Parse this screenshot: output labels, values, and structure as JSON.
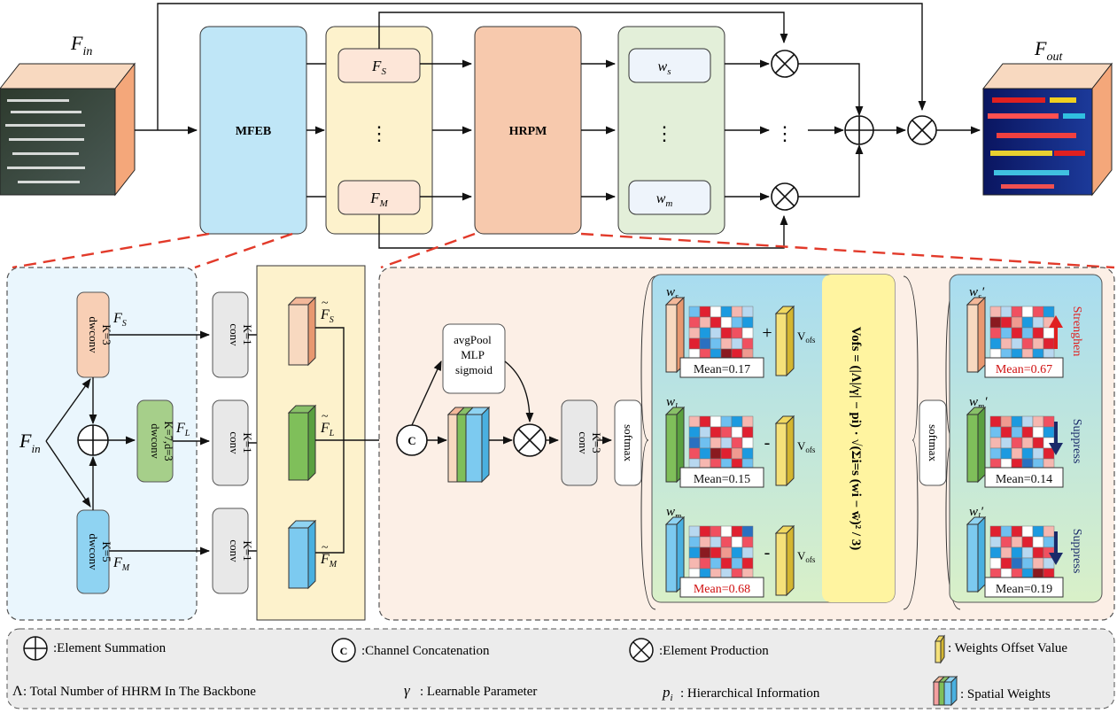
{
  "top": {
    "fin_label": "F",
    "fin_sub": "in",
    "fout_label": "F",
    "fout_sub": "out",
    "mfeb_label": "MFEB",
    "hrpm_label": "HRPM",
    "fs_label": "F",
    "fs_sub": "S",
    "fm_label": "F",
    "fm_sub": "M",
    "ws_label": "w",
    "ws_sub": "s",
    "wm_label": "w",
    "wm_sub": "m",
    "vdots": "⋮",
    "hdots": "⋮"
  },
  "mfeb": {
    "fin_label": "F",
    "fin_sub": "in",
    "dw_s": [
      "dwconv",
      "K=3"
    ],
    "dw_l": [
      "dwconv",
      "K=7,d=3"
    ],
    "dw_m": [
      "dwconv",
      "K=5"
    ],
    "fs_label": "F",
    "fs_sub": "S",
    "fl_label": "F",
    "fl_sub": "L",
    "fm_label": "F",
    "fm_sub": "M",
    "conv": [
      "conv",
      "K=1"
    ],
    "tfs_label": "F",
    "tfs_sub": "S",
    "tfl_label": "F",
    "tfl_sub": "L",
    "tfm_label": "F",
    "tfm_sub": "M"
  },
  "hrpm": {
    "concat": "C",
    "gate": [
      "avgPool",
      "MLP",
      "sigmoid"
    ],
    "conv": [
      "conv",
      "K=3"
    ],
    "softmax": "softmax",
    "softmax2": "softmax",
    "vofs": "V",
    "vofs_sub": "ofs",
    "formula": "Vofs = (|Λ|/γ| − pi) · √(Σi=s (wi − w̄)² / 3)",
    "weights": [
      {
        "name": "w",
        "sub": "s",
        "mean": "Mean=0.17",
        "op": "+"
      },
      {
        "name": "w",
        "sub": "l",
        "mean": "Mean=0.15",
        "op": "-"
      },
      {
        "name": "w",
        "sub": "m",
        "mean": "Mean=0.68",
        "op": "-"
      }
    ],
    "out_weights": [
      {
        "name": "w",
        "sub": "s",
        "prime": "′",
        "mean": "Mean=0.67",
        "tag": "Strenghen"
      },
      {
        "name": "w",
        "sub": "m",
        "prime": "′",
        "mean": "Mean=0.14",
        "tag": "Suppress"
      },
      {
        "name": "w",
        "sub": "l",
        "prime": "′",
        "mean": "Mean=0.19",
        "tag": "Suppress"
      }
    ]
  },
  "legend": {
    "sum": ":Element Summation",
    "concat_sym": "C",
    "concat": ":Channel Concatenation",
    "prod": ":Element Production",
    "offset": ": Weights Offset Value",
    "lambda_sym": "Λ",
    "lambda": ": Total Number of HHRM In The Backbone",
    "gamma_sym": "γ",
    "gamma": ": Learnable Parameter",
    "pi_sym": "p",
    "pi_sub": "i",
    "pi": ": Hierarchical Information",
    "spatial": ": Spatial Weights"
  },
  "colors": {
    "mfeb_fill": "#bfe6f7",
    "feat_panel": "#fdf2cc",
    "hrpm_fill": "#f7c9ad",
    "weights_panel": "#e3efd9",
    "dashed_red": "#e23a2a",
    "strengthen": "#e02020",
    "suppress": "#1a2a6a",
    "formula_bg": "#fff4a0",
    "mean_red": "#d01010"
  }
}
